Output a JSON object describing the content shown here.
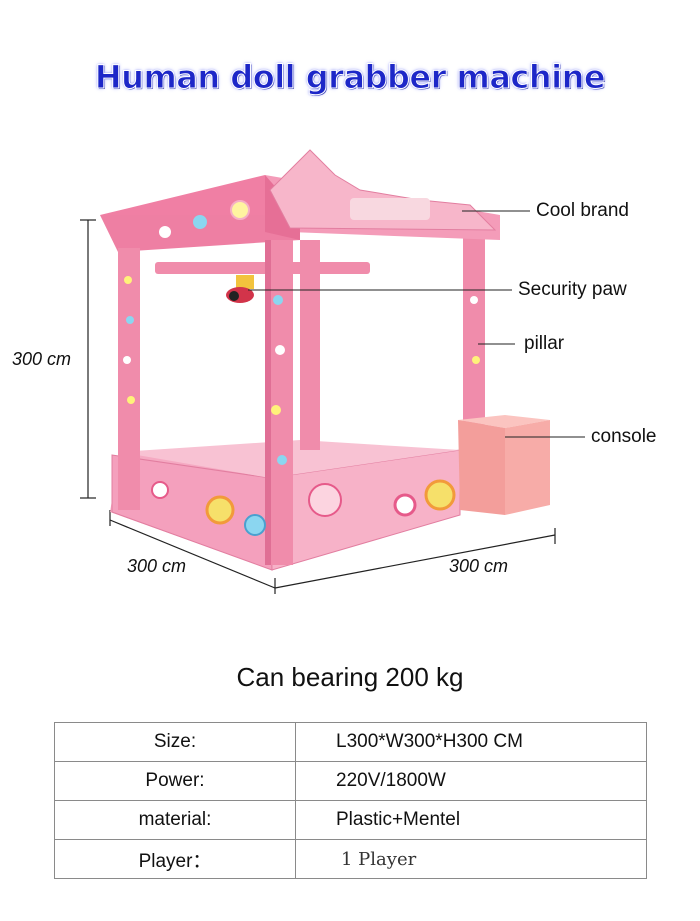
{
  "title": "Human doll grabber machine",
  "callouts": {
    "brand": "Cool brand",
    "paw": "Security paw",
    "pillar": "pillar",
    "console": "console"
  },
  "dimensions": {
    "height": "300 cm",
    "width": "300 cm",
    "length": "300 cm"
  },
  "bearing": "Can bearing 200 kg",
  "specs": [
    {
      "label": "Size:",
      "value": "L300*W300*H300 CM"
    },
    {
      "label": "Power:",
      "value": "220V/1800W"
    },
    {
      "label": "material:",
      "value": "Plastic+Mentel"
    },
    {
      "label": "Player：",
      "value": "1 Player"
    }
  ],
  "colors": {
    "title": "#1d27c8",
    "frame_pink": "#f08cab",
    "frame_dark": "#e06f95",
    "console": "#f7a8a5"
  }
}
